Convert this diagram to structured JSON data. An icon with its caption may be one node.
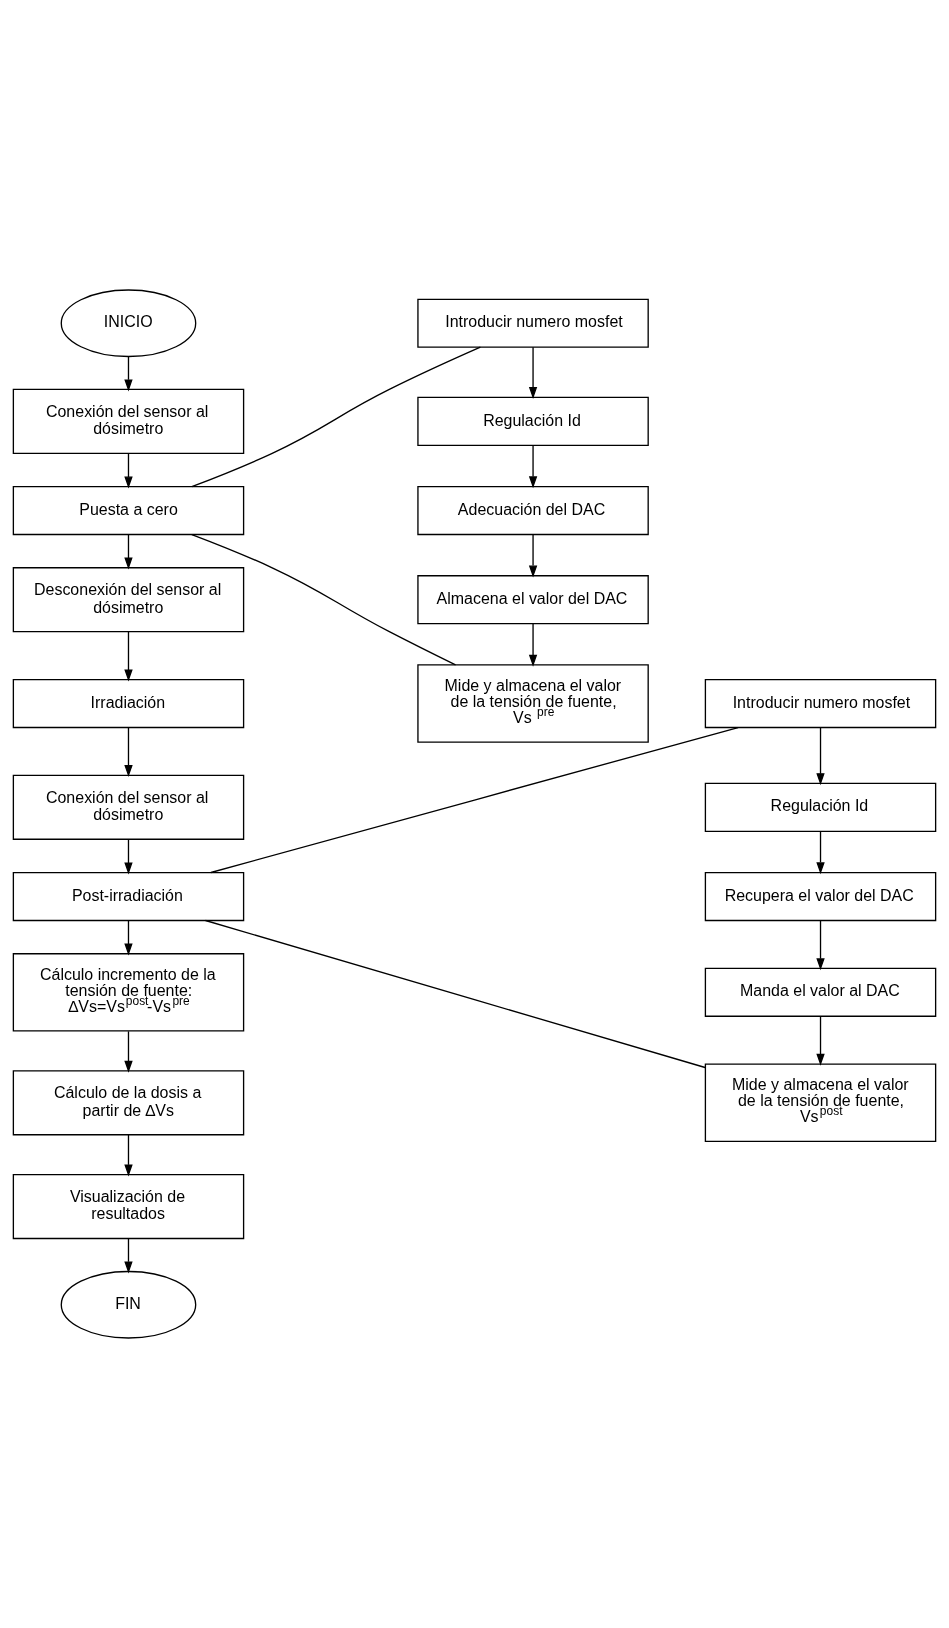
{
  "diagram": {
    "nodes": [
      {
        "text": [
          "INICIO"
        ]
      },
      {
        "text": [
          "Conexión del sensor al dósimetro"
        ]
      },
      {
        "text": [
          "Puesta a cero"
        ]
      },
      {
        "text": [
          "Desconexión del sensor al dósimetro"
        ]
      },
      {
        "text": [
          "Irradiación"
        ]
      },
      {
        "text": [
          "Conexión del sensor al dósimetro"
        ]
      },
      {
        "text": [
          "Post-irradiación"
        ]
      },
      {
        "text": [
          "Cálculo incremento de la tensión de fuente: ∆Vs=Vs$^{post}$-Vs$^{pre}$"
        ]
      },
      {
        "text": [
          "Cálculo de la dosis a partir de ∆Vs"
        ]
      },
      {
        "text": [
          "Visualización de resultados"
        ]
      },
      {
        "text": [
          "FIN"
        ]
      },
      {
        "text": [
          "Introducir numero mosfet"
        ]
      },
      {
        "text": [
          "Regulación Id"
        ]
      },
      {
        "text": [
          "Adecuación del DAC"
        ]
      },
      {
        "text": [
          "Almacena el valor del DAC"
        ]
      },
      {
        "text": [
          "Mide y almacena el valor de la tensión de fuente, Vs $^{pre}$"
        ]
      },
      {
        "text": [
          "Introducir numero mosfet"
        ]
      },
      {
        "text": [
          "Regulación Id"
        ]
      },
      {
        "text": [
          "Recupera el valor del DAC"
        ]
      },
      {
        "text": [
          "Manda el valor al DAC"
        ]
      },
      {
        "text": [
          "Mide y almacena el valor de la tensión de fuente, Vs$^{post}$"
        ]
      }
    ],
    "edges": [
      {
        "from": 0,
        "to": 1,
        "arrow": "to"
      },
      {
        "from": 1,
        "to": 2,
        "arrow": "to"
      },
      {
        "from": 2,
        "to": 3,
        "arrow": "to"
      },
      {
        "from": 3,
        "to": 4,
        "arrow": "to"
      },
      {
        "from": 4,
        "to": 5,
        "arrow": "to"
      },
      {
        "from": 5,
        "to": 6,
        "arrow": "to"
      },
      {
        "from": 6,
        "to": 7,
        "arrow": "to"
      },
      {
        "from": 7,
        "to": 8,
        "arrow": "to"
      },
      {
        "from": 8,
        "to": 9,
        "arrow": "to"
      },
      {
        "from": 9,
        "to": 10,
        "arrow": "to"
      },
      {
        "from": 2,
        "to": 11,
        "arrow": "none"
      },
      {
        "from": 2,
        "to": 15,
        "arrow": "none"
      },
      {
        "from": 11,
        "to": 12,
        "arrow": "to"
      },
      {
        "from": 12,
        "to": 13,
        "arrow": "to"
      },
      {
        "from": 13,
        "to": 14,
        "arrow": "to"
      },
      {
        "from": 14,
        "to": 15,
        "arrow": "to"
      },
      {
        "from": 6,
        "to": 16,
        "arrow": "none"
      },
      {
        "from": 6,
        "to": 20,
        "arrow": "none"
      },
      {
        "from": 16,
        "to": 17,
        "arrow": "to"
      },
      {
        "from": 17,
        "to": 18,
        "arrow": "to"
      },
      {
        "from": 18,
        "to": 19,
        "arrow": "to"
      },
      {
        "from": 19,
        "to": 20,
        "arrow": "to"
      }
    ]
  }
}
